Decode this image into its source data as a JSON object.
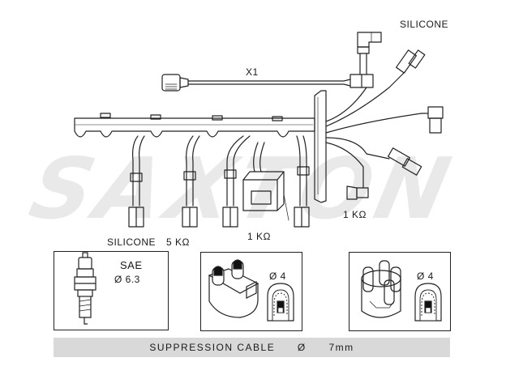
{
  "watermark": "SAXTON",
  "labels": {
    "silicone_top": "SILICONE",
    "x1": "X1",
    "silicone_bottom": "SILICONE",
    "res_5k": "5 KΩ",
    "res_1k_mid": "1 KΩ",
    "res_1k_right": "1 KΩ"
  },
  "panels": {
    "plug": {
      "type": "SAE",
      "diameter": "Ø 6.3"
    },
    "cap_a": {
      "diameter": "Ø 4"
    },
    "cap_b": {
      "diameter": "Ø 4"
    }
  },
  "footer": {
    "cable": "SUPPRESSION CABLE",
    "diameter_symbol": "Ø",
    "diameter_value": "7mm"
  }
}
